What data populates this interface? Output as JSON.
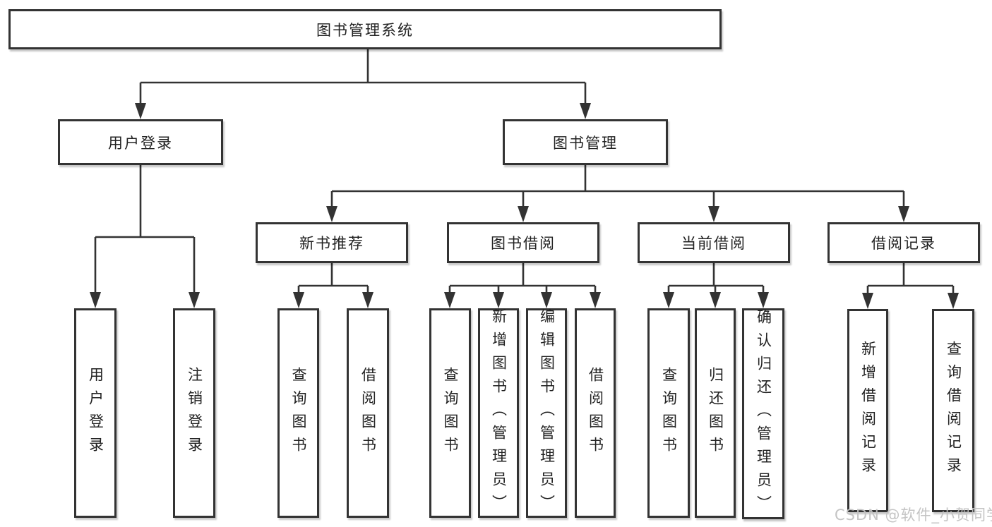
{
  "diagram": {
    "root": {
      "label": "图书管理系统"
    },
    "level2": [
      {
        "label": "用户登录"
      },
      {
        "label": "图书管理"
      }
    ],
    "level3": [
      {
        "label": "新书推荐",
        "parent": "图书管理"
      },
      {
        "label": "图书借阅",
        "parent": "图书管理"
      },
      {
        "label": "当前借阅",
        "parent": "图书管理"
      },
      {
        "label": "借阅记录",
        "parent": "图书管理"
      }
    ],
    "leaves": [
      {
        "label": "用户登录",
        "parent": "用户登录"
      },
      {
        "label": "注销登录",
        "parent": "用户登录"
      },
      {
        "label": "查询图书",
        "parent": "新书推荐"
      },
      {
        "label": "借阅图书",
        "parent": "新书推荐"
      },
      {
        "label": "查询图书",
        "parent": "图书借阅"
      },
      {
        "label": "新增图书（管理员）",
        "parent": "图书借阅"
      },
      {
        "label": "编辑图书（管理员）",
        "parent": "图书借阅"
      },
      {
        "label": "借阅图书",
        "parent": "图书借阅"
      },
      {
        "label": "查询图书",
        "parent": "当前借阅"
      },
      {
        "label": "归还图书",
        "parent": "当前借阅"
      },
      {
        "label": "确认归还（管理员）",
        "parent": "当前借阅"
      },
      {
        "label": "新增借阅记录",
        "parent": "借阅记录"
      },
      {
        "label": "查询借阅记录",
        "parent": "借阅记录"
      }
    ],
    "watermark": "CSDN @软件_小贺同学",
    "colors": {
      "box_border": "#333333",
      "connector": "#333333",
      "text": "#222222",
      "watermark": "#c1c1c1",
      "background": "#ffffff"
    }
  }
}
